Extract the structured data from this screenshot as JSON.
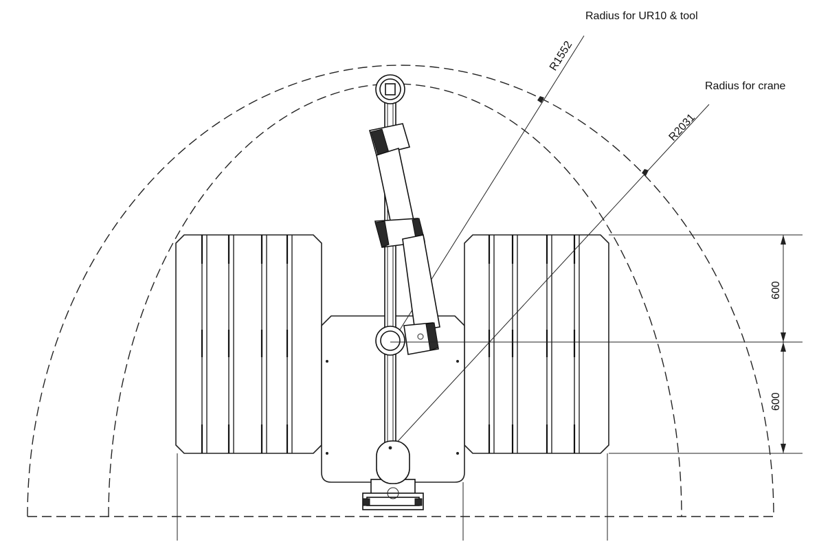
{
  "labels": {
    "radius_ur10": "Radius for UR10  & tool",
    "radius_crane": "Radius for crane",
    "r_ur10": "R1552",
    "r_crane": "R2031",
    "dim_upper": "600",
    "dim_lower": "600"
  }
}
